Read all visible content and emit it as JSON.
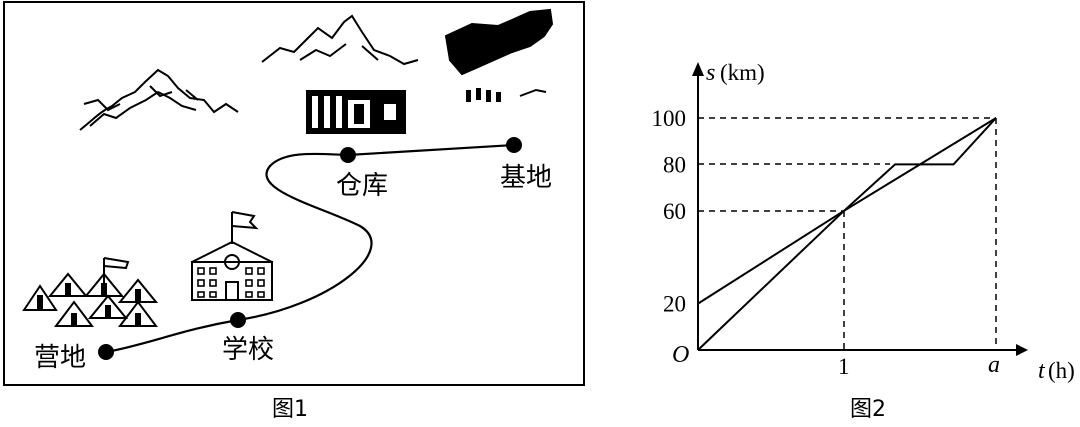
{
  "figure1": {
    "caption": "图1",
    "places": {
      "camp": "营地",
      "school": "学校",
      "warehouse": "仓库",
      "base": "基地"
    }
  },
  "figure2": {
    "caption": "图2",
    "axis_label_s": "s",
    "axis_unit_s": "(km)",
    "axis_label_t": "t",
    "axis_unit_t": "(h)",
    "origin_label": "O",
    "x_tick_1": "1",
    "x_tick_a": "a"
  },
  "chart_data": {
    "type": "line",
    "xlabel": "t(h)",
    "ylabel": "s(km)",
    "x_ticks": [
      "1",
      "a"
    ],
    "y_ticks": [
      20,
      60,
      80,
      100
    ],
    "series": [
      {
        "points": [
          [
            0,
            20
          ],
          [
            1,
            60
          ],
          [
            "a",
            100
          ]
        ]
      },
      {
        "points": [
          [
            0,
            0
          ],
          [
            1,
            60
          ],
          [
            1.35,
            80
          ],
          [
            1.75,
            80
          ],
          [
            "a",
            100
          ]
        ]
      }
    ]
  }
}
